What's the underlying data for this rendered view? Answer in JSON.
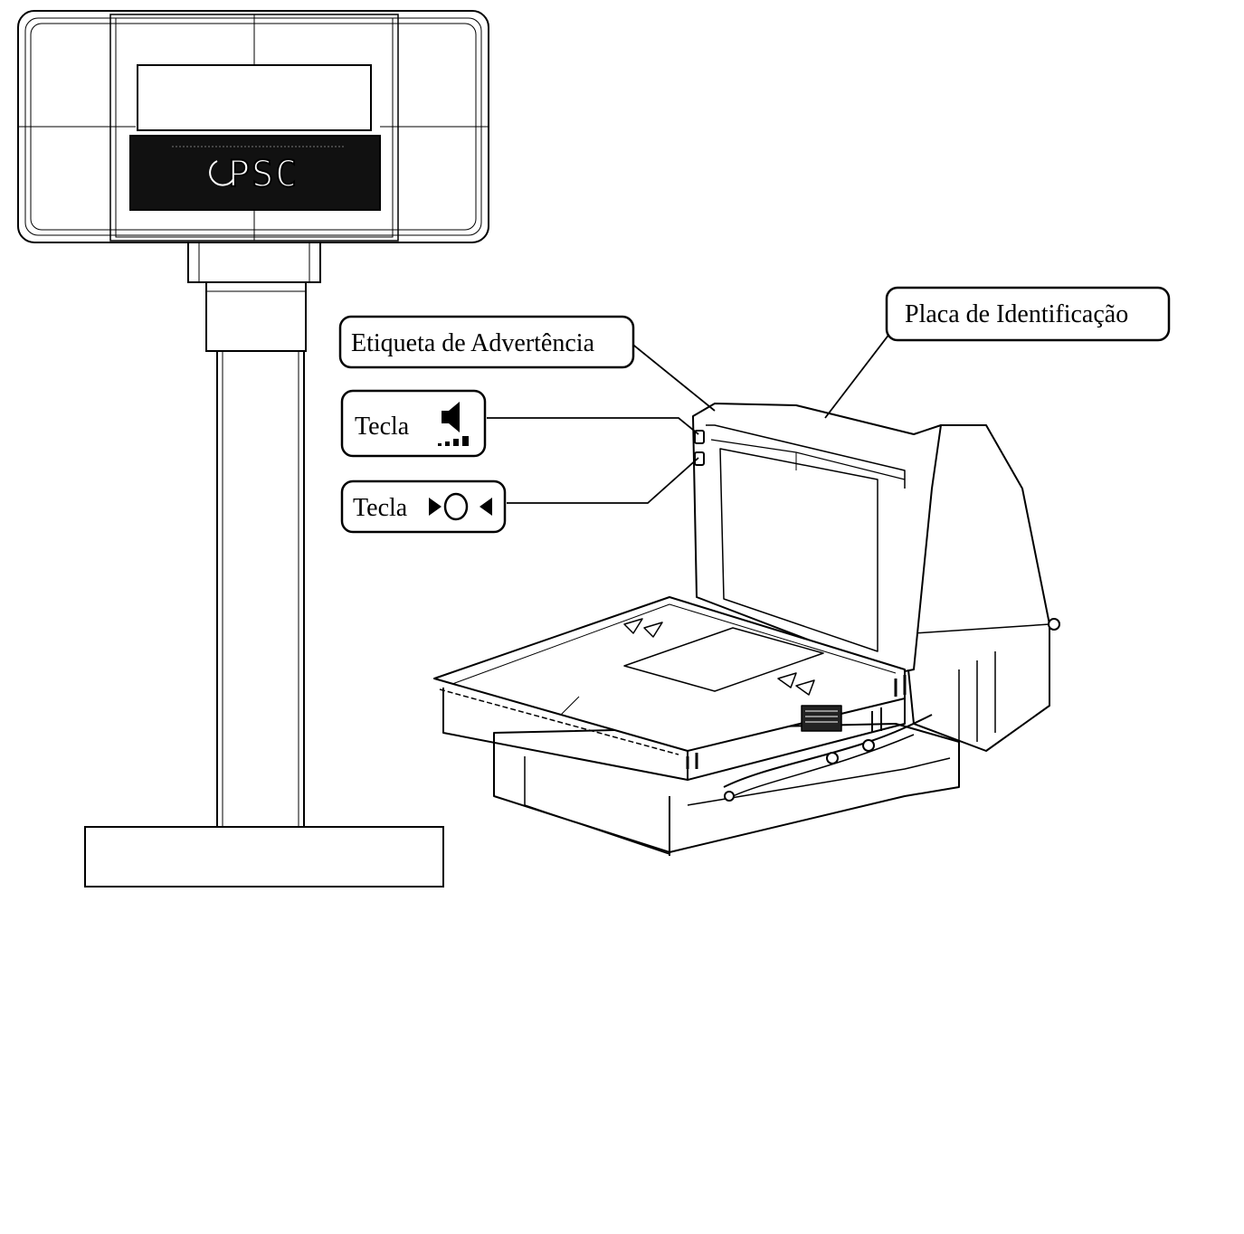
{
  "callouts": {
    "warning_label": "Etiqueta de Advertência",
    "id_plate": "Placa de Identificação",
    "volume_key": "Tecla",
    "reset_key": "Tecla"
  },
  "display": {
    "logo_text": "PSC",
    "fine_print": "",
    "dark_panel_color": "#111111"
  },
  "icons": {
    "volume_key_icon": "speaker-volume-icon",
    "reset_key_icon": "arrows-circle-icon"
  }
}
